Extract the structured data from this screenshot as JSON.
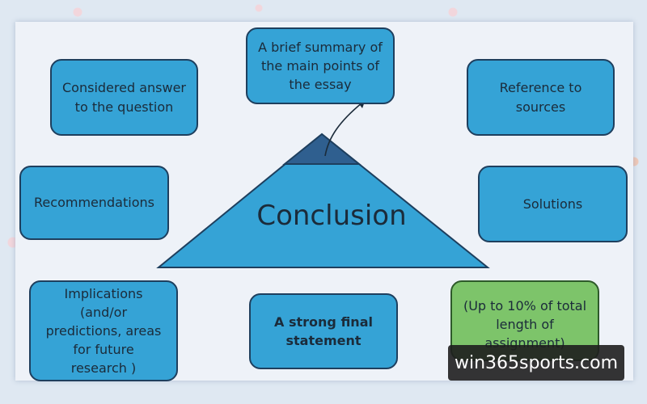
{
  "diagram": {
    "center_label": "Conclusion",
    "boxes": {
      "summary": "A brief summary of\nthe main points of\nthe essay",
      "answer": "Considered answer\nto the question",
      "references": "Reference to\nsources",
      "recommendations": "Recommendations",
      "solutions": "Solutions",
      "implications": "Implications\n(and/or\npredictions, areas\nfor future\nresearch )",
      "final_statement": "A strong final\nstatement",
      "length": "(Up to 10% of total\nlength of\nassignment)"
    }
  },
  "watermark": "win365sports.com",
  "colors": {
    "box_fill": "#35a3d6",
    "box_border": "#1e3f5e",
    "green_fill": "#7dc46a",
    "triangle_tip": "#2f5f8f"
  }
}
